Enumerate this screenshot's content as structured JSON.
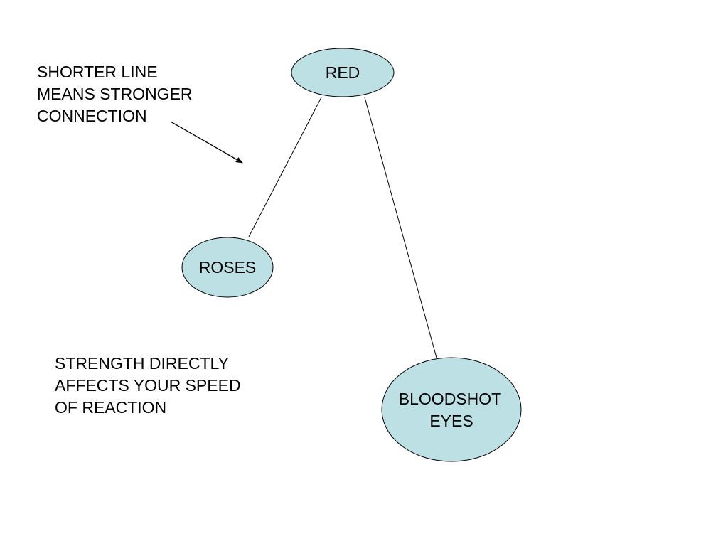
{
  "notes": {
    "top": "SHORTER LINE\nMEANS STRONGER\nCONNECTION",
    "bottom": "STRENGTH DIRECTLY\nAFFECTS YOUR SPEED\nOF REACTION"
  },
  "nodes": {
    "red": {
      "label": "RED"
    },
    "roses": {
      "label": "ROSES"
    },
    "bloodshot": {
      "line1": "BLOODSHOT",
      "line2": "EYES"
    }
  },
  "colors": {
    "node_fill": "#bde0e4",
    "stroke": "#000000"
  }
}
